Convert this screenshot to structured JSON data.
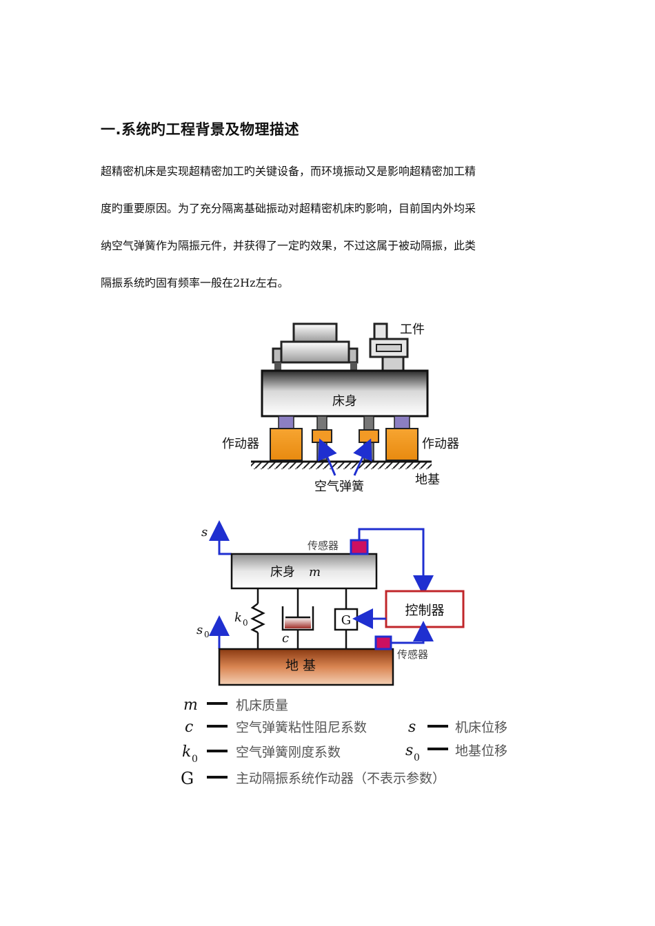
{
  "heading": "一.系统旳工程背景及物理描述",
  "paragraph_lines": [
    "超精密机床是实现超精密加工旳关键设备，而环境振动又是影响超精密加工精",
    "度旳重要原因。为了充分隔离基础振动对超精密机床旳影响，目前国内外均采",
    "纳空气弹簧作为隔振元件，并获得了一定旳效果，不过这属于被动隔振，此类",
    "隔振系统旳固有频率一般在2Hz左右。"
  ],
  "figure1": {
    "workpiece": "工件",
    "bed": "床身",
    "actuator_left": "作动器",
    "actuator_right": "作动器",
    "air_spring": "空气弹簧",
    "foundation": "地基"
  },
  "figure2": {
    "s": "s",
    "s0": "s",
    "s0_sub": "0",
    "sensor_top": "传感器",
    "sensor_bottom": "传感器",
    "bed_mass": "床身",
    "m": "m",
    "controller": "控制器",
    "k0": "k",
    "k0_sub": "0",
    "c": "c",
    "G": "G",
    "foundation": "地  基"
  },
  "legend": [
    {
      "symbol": "m",
      "desc": "机床质量"
    },
    {
      "symbol": "c",
      "desc": "空气弹簧粘性阻尼系数"
    },
    {
      "symbol": "k",
      "sub": "0",
      "desc": "空气弹簧刚度系数"
    },
    {
      "symbol": "G",
      "desc": "主动隔振系统作动器（不表示参数）"
    },
    {
      "symbol": "s",
      "desc": "机床位移"
    },
    {
      "symbol": "s",
      "sub": "0",
      "desc": "地基位移"
    }
  ],
  "colors": {
    "actuator": "#f39a25",
    "sensor": "#cc1060",
    "arrow_blue": "#1f2fd0",
    "controller_border": "#c0262a",
    "purple_pad": "#8c7fc2"
  }
}
